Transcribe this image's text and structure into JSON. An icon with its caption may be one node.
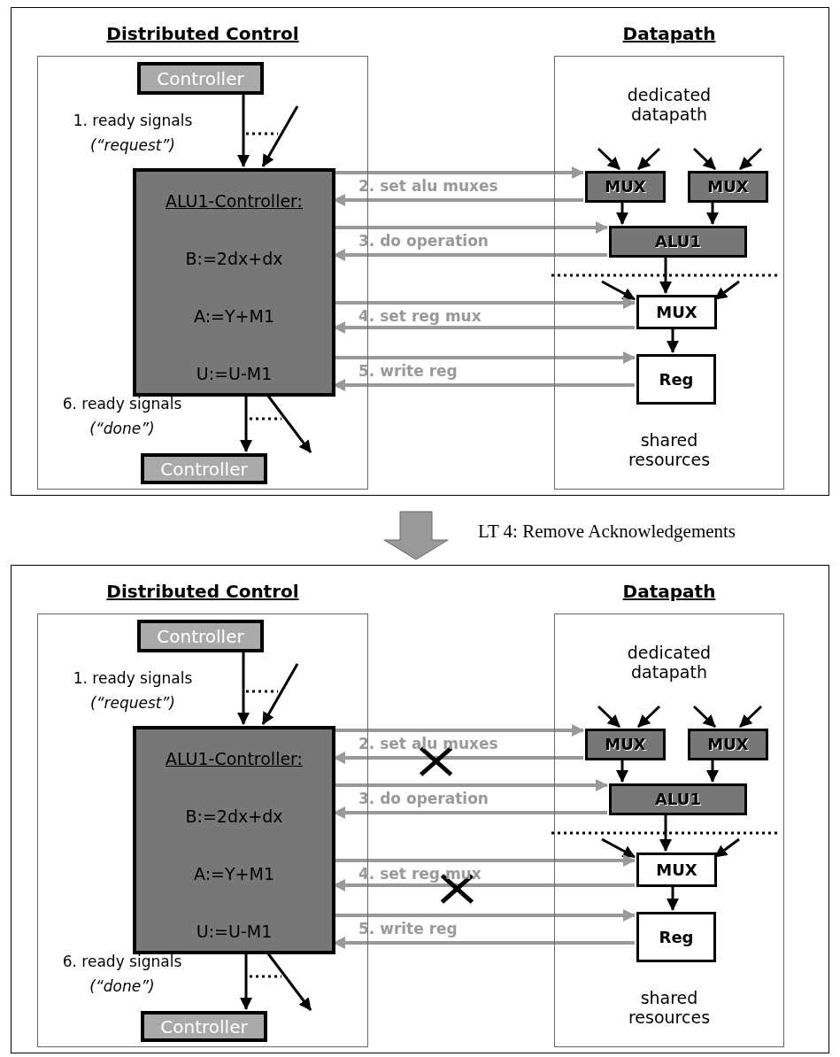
{
  "diagram": {
    "nodes": [
      {
        "text": [],
        "shape": "box"
      },
      {
        "text": [
          "Distributed Control"
        ],
        "in": 0
      },
      {
        "text": [
          "Controller"
        ],
        "in": 1
      },
      {
        "text": [
          "ALU1-Controller:",
          "B:=2dx+dx",
          "A:=Y+M1",
          "U:=U-M1"
        ],
        "in": 1
      },
      {
        "text": [
          "Controller"
        ],
        "in": 1
      },
      {
        "text": [
          "Datapath",
          "dedicated datapath",
          "shared resources"
        ],
        "in": 0
      },
      {
        "text": [
          "MUX"
        ],
        "in": 5
      },
      {
        "text": [
          "MUX"
        ],
        "in": 5
      },
      {
        "text": [
          "ALU1"
        ],
        "in": 5
      },
      {
        "text": [
          "MUX"
        ],
        "in": 5
      },
      {
        "text": [
          "Reg"
        ],
        "in": 5
      },
      {
        "text": [],
        "shape": "box"
      },
      {
        "text": [
          "Distributed Control"
        ],
        "in": 11
      },
      {
        "text": [
          "Controller"
        ],
        "in": 12
      },
      {
        "text": [
          "ALU1-Controller:",
          "B:=2dx+dx",
          "A:=Y+M1",
          "U:=U-M1"
        ],
        "in": 12
      },
      {
        "text": [
          "Controller"
        ],
        "in": 12
      },
      {
        "text": [
          "Datapath",
          "dedicated datapath",
          "shared resources"
        ],
        "in": 11
      },
      {
        "text": [
          "MUX"
        ],
        "in": 16
      },
      {
        "text": [
          "MUX"
        ],
        "in": 16
      },
      {
        "text": [
          "ALU1"
        ],
        "in": 16
      },
      {
        "text": [
          "MUX"
        ],
        "in": 16
      },
      {
        "text": [
          "Reg"
        ],
        "in": 16
      }
    ],
    "edges": [
      {
        "from": 2,
        "to": 3,
        "arrow": "to",
        "label": "1. ready signals *(“request”)*"
      },
      {
        "from": null,
        "to": 3,
        "arrow": "to"
      },
      {
        "from": 3,
        "to": 4,
        "arrow": "to",
        "label": "6. ready signals *(“done”)*"
      },
      {
        "from": 3,
        "to": null,
        "arrow": "to"
      },
      {
        "from": null,
        "to": 6,
        "arrow": "to"
      },
      {
        "from": null,
        "to": 6,
        "arrow": "to"
      },
      {
        "from": null,
        "to": 7,
        "arrow": "to"
      },
      {
        "from": null,
        "to": 7,
        "arrow": "to"
      },
      {
        "from": 6,
        "to": 8,
        "arrow": "to"
      },
      {
        "from": 7,
        "to": 8,
        "arrow": "to"
      },
      {
        "from": 8,
        "to": 9,
        "arrow": "to"
      },
      {
        "from": null,
        "to": 9,
        "arrow": "to"
      },
      {
        "from": null,
        "to": 9,
        "arrow": "to"
      },
      {
        "from": 9,
        "to": 10,
        "arrow": "to"
      },
      {
        "from": 3,
        "to": 6,
        "arrow": "to",
        "label": "2. set alu muxes",
        "color": "#999999"
      },
      {
        "from": 6,
        "to": 3,
        "arrow": "to",
        "color": "#999999"
      },
      {
        "from": 3,
        "to": 8,
        "arrow": "to",
        "label": "3. do operation",
        "color": "#999999"
      },
      {
        "from": 8,
        "to": 3,
        "arrow": "to",
        "color": "#999999"
      },
      {
        "from": 3,
        "to": 9,
        "arrow": "to",
        "label": "4. set reg mux",
        "color": "#999999"
      },
      {
        "from": 9,
        "to": 3,
        "arrow": "to",
        "color": "#999999"
      },
      {
        "from": 3,
        "to": 10,
        "arrow": "to",
        "label": "5. write reg",
        "color": "#999999"
      },
      {
        "from": 10,
        "to": 3,
        "arrow": "to",
        "color": "#999999"
      },
      {
        "from": 13,
        "to": 14,
        "arrow": "to",
        "label": "1. ready signals *(“request”)*"
      },
      {
        "from": null,
        "to": 14,
        "arrow": "to"
      },
      {
        "from": 14,
        "to": 15,
        "arrow": "to",
        "label": "6. ready signals *(“done”)*"
      },
      {
        "from": 14,
        "to": null,
        "arrow": "to"
      },
      {
        "from": null,
        "to": 17,
        "arrow": "to"
      },
      {
        "from": null,
        "to": 17,
        "arrow": "to"
      },
      {
        "from": null,
        "to": 18,
        "arrow": "to"
      },
      {
        "from": null,
        "to": 18,
        "arrow": "to"
      },
      {
        "from": 17,
        "to": 19,
        "arrow": "to"
      },
      {
        "from": 18,
        "to": 19,
        "arrow": "to"
      },
      {
        "from": 19,
        "to": 20,
        "arrow": "to"
      },
      {
        "from": null,
        "to": 20,
        "arrow": "to"
      },
      {
        "from": null,
        "to": 20,
        "arrow": "to"
      },
      {
        "from": 20,
        "to": 21,
        "arrow": "to"
      },
      {
        "from": 14,
        "to": 17,
        "arrow": "to",
        "label": "2. set alu muxes",
        "color": "#999999"
      },
      {
        "from": 17,
        "to": 14,
        "arrow": "to",
        "color": "#999999"
      },
      {
        "from": 14,
        "to": 19,
        "arrow": "to",
        "label": "3. do operation",
        "color": "#999999"
      },
      {
        "from": 19,
        "to": 14,
        "arrow": "to",
        "color": "#999999"
      },
      {
        "from": 14,
        "to": 20,
        "arrow": "to",
        "label": "4. set reg mux",
        "color": "#999999"
      },
      {
        "from": 20,
        "to": 14,
        "arrow": "to",
        "color": "#999999"
      },
      {
        "from": 14,
        "to": 21,
        "arrow": "to",
        "label": "5. write reg",
        "color": "#999999"
      },
      {
        "from": 21,
        "to": 14,
        "arrow": "to",
        "color": "#999999"
      },
      {
        "from": 0,
        "to": 11,
        "arrow": "to",
        "label": "LT 4: Remove Acknowledgements",
        "style": "thick",
        "color": "#999999"
      }
    ]
  }
}
